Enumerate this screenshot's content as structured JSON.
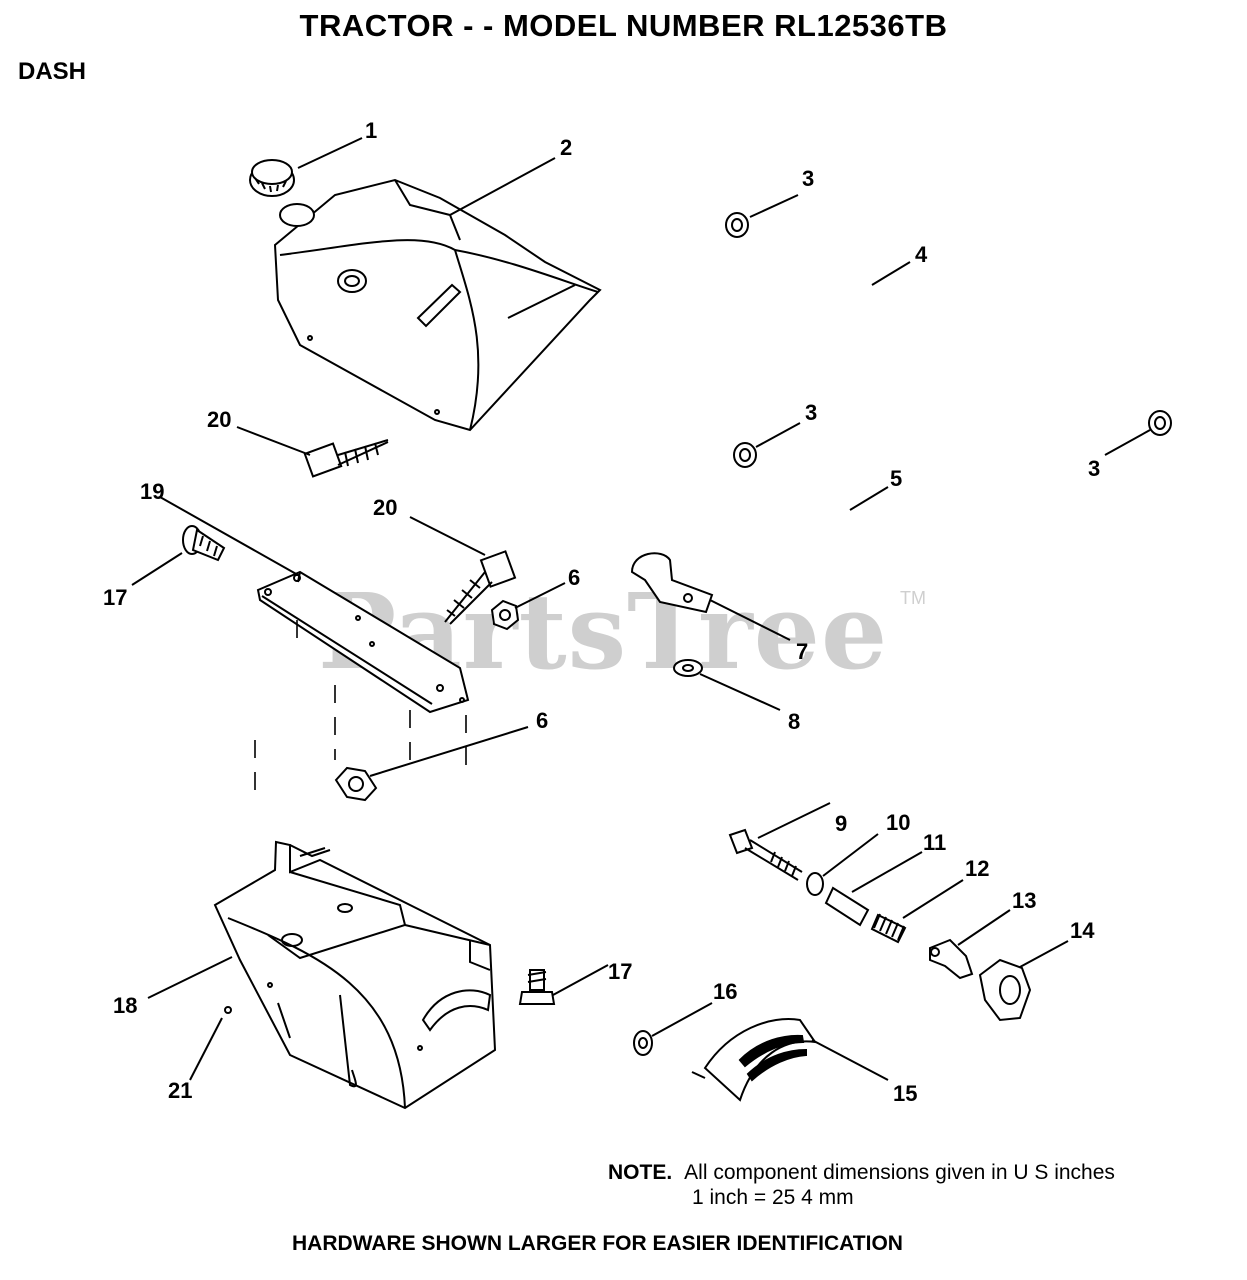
{
  "header": {
    "title": "TRACTOR - - MODEL NUMBER RL12536TB",
    "section": "DASH"
  },
  "watermark": {
    "text": "PartsTree",
    "tm": "TM"
  },
  "callouts": {
    "c1": "1",
    "c2": "2",
    "c3a": "3",
    "c3b": "3",
    "c3c": "3",
    "c4": "4",
    "c5": "5",
    "c6a": "6",
    "c6b": "6",
    "c7": "7",
    "c8": "8",
    "c9": "9",
    "c10": "10",
    "c11": "11",
    "c12": "12",
    "c13": "13",
    "c14": "14",
    "c15": "15",
    "c16": "16",
    "c17a": "17",
    "c17b": "17",
    "c18": "18",
    "c19": "19",
    "c20a": "20",
    "c20b": "20",
    "c21": "21"
  },
  "note": {
    "label": "NOTE.",
    "line1": "All component dimensions given in U S  inches",
    "line2": "1 inch = 25 4 mm"
  },
  "footer": "HARDWARE SHOWN LARGER FOR EASIER IDENTIFICATION"
}
